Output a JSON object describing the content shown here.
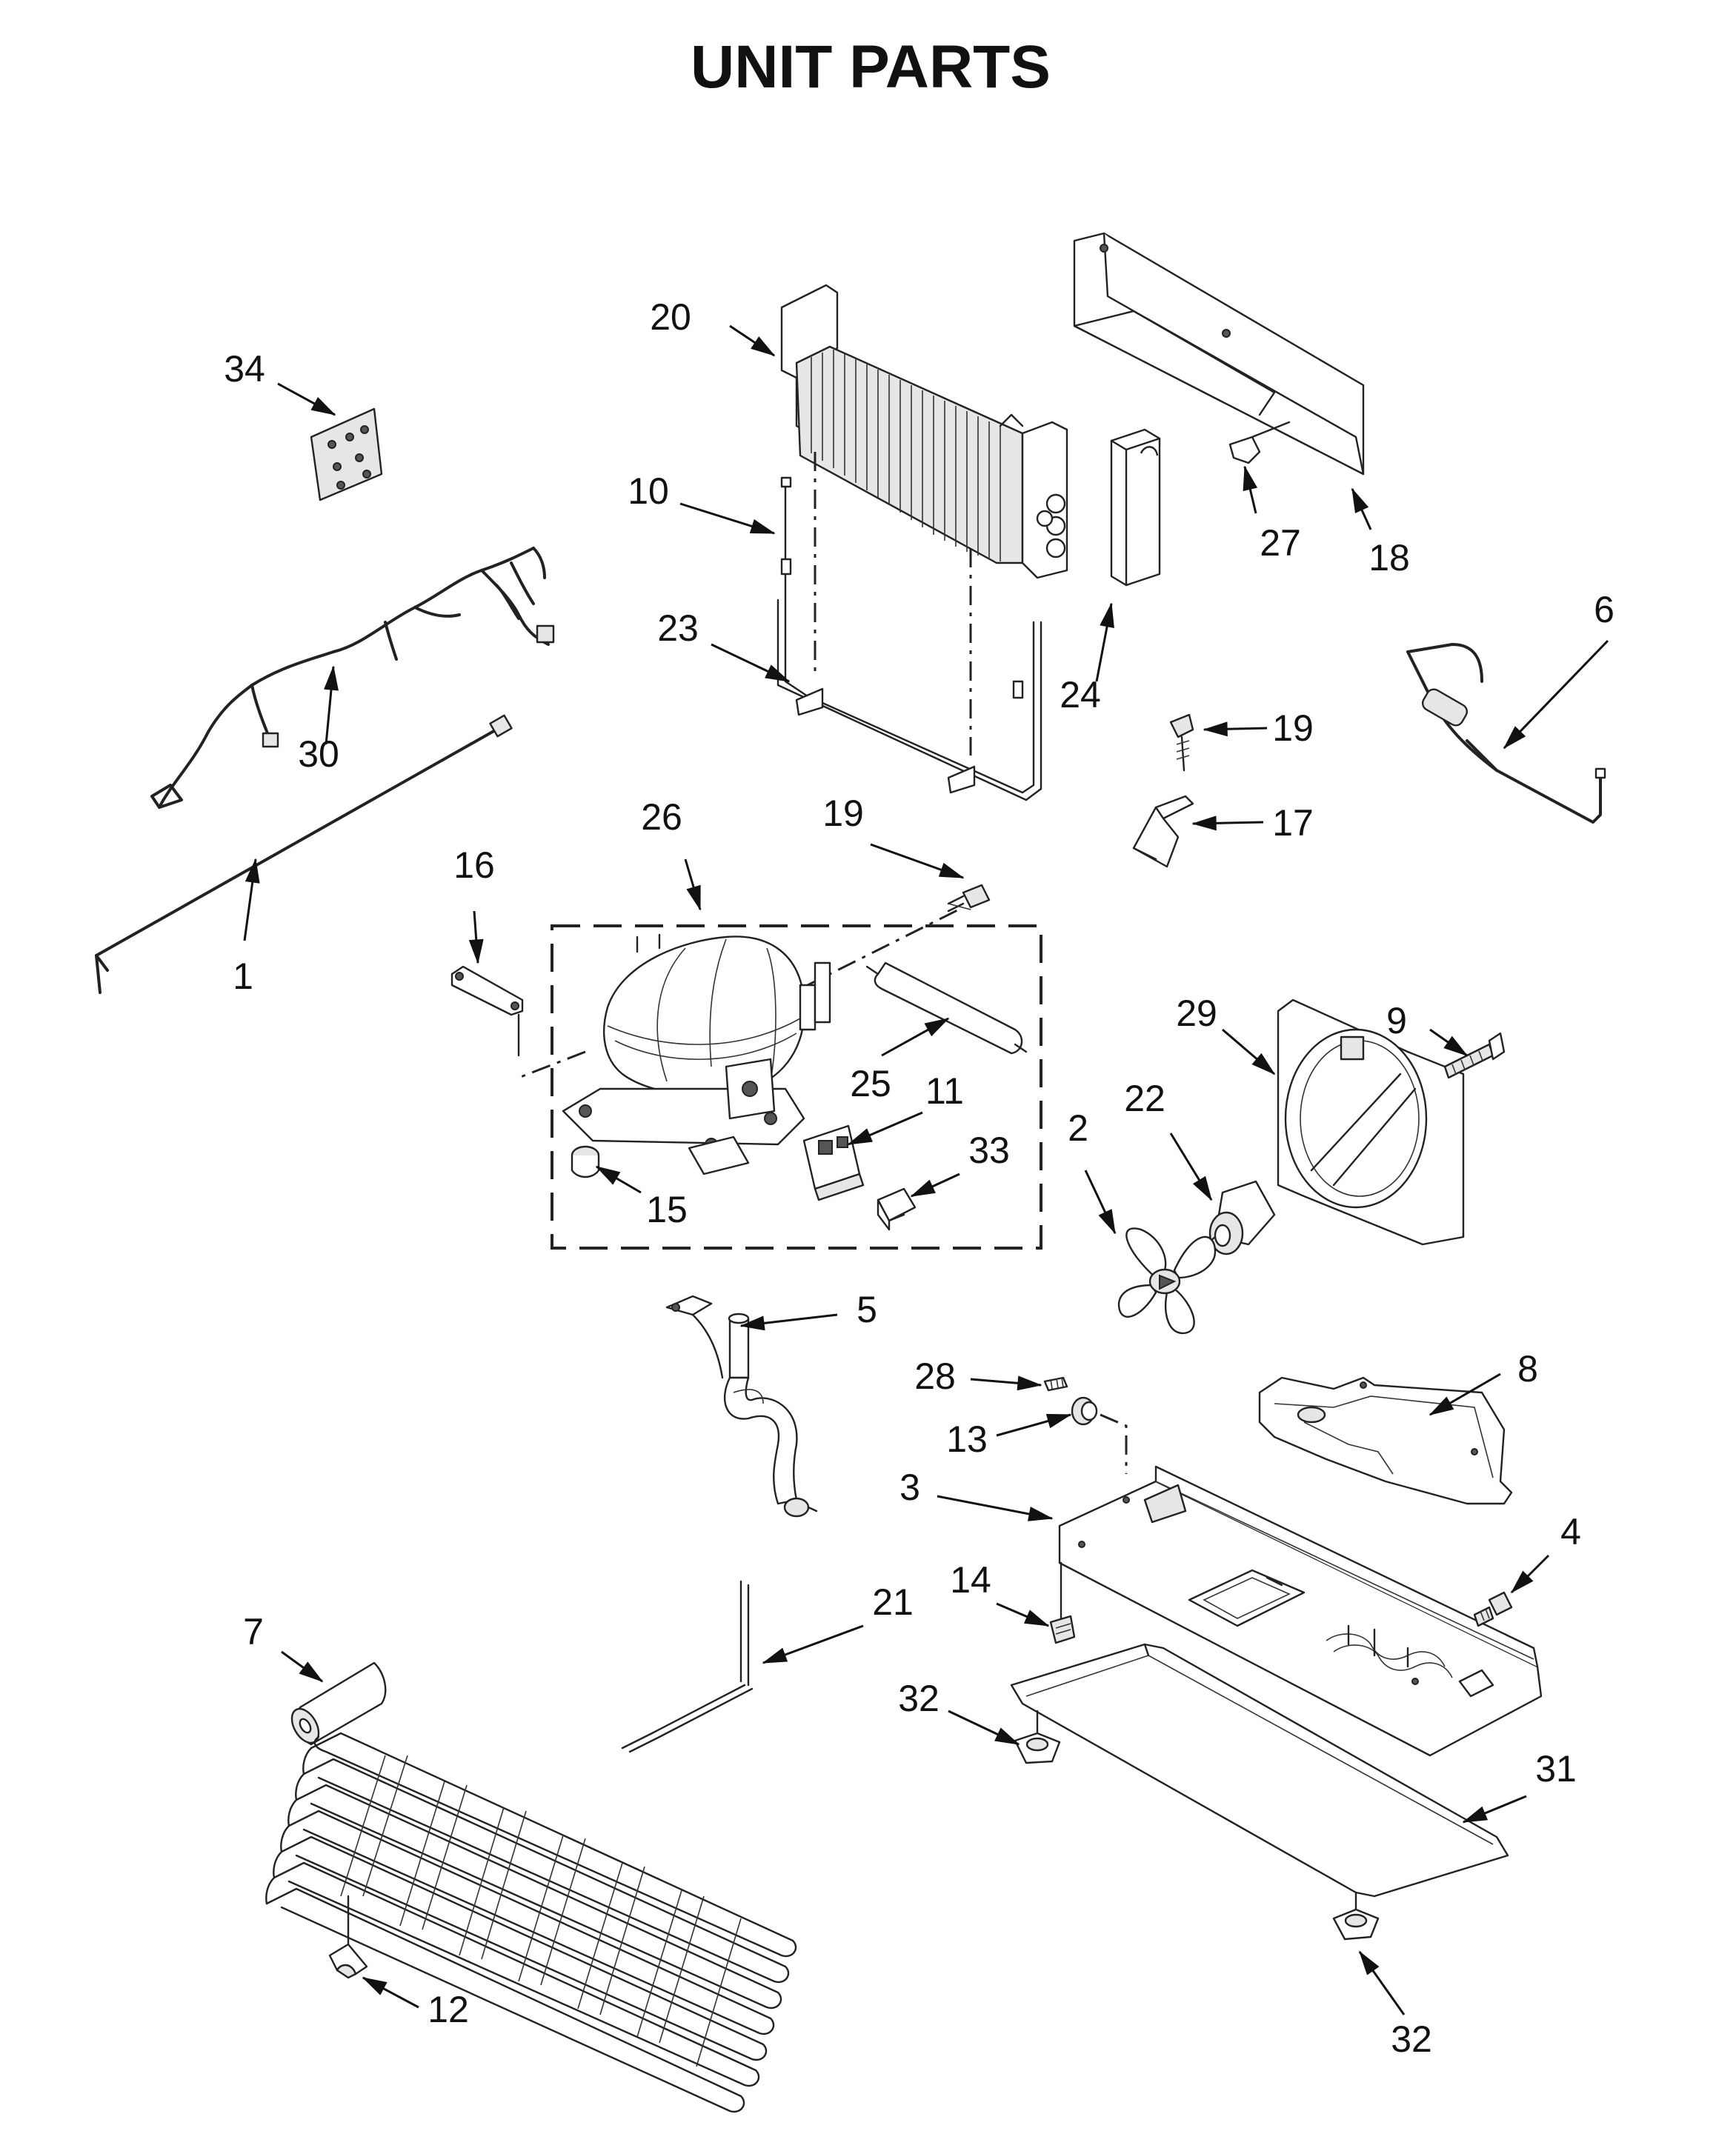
{
  "title": "UNIT PARTS",
  "callouts": {
    "c1": "1",
    "c2": "2",
    "c3": "3",
    "c4": "4",
    "c5": "5",
    "c6": "6",
    "c7": "7",
    "c8": "8",
    "c9": "9",
    "c10": "10",
    "c11": "11",
    "c12": "12",
    "c13": "13",
    "c14": "14",
    "c15": "15",
    "c16": "16",
    "c17": "17",
    "c18": "18",
    "c19a": "19",
    "c19b": "19",
    "c20": "20",
    "c21": "21",
    "c22": "22",
    "c23": "23",
    "c24": "24",
    "c25": "25",
    "c26": "26",
    "c27": "27",
    "c28": "28",
    "c29": "29",
    "c30": "30",
    "c31": "31",
    "c32a": "32",
    "c32b": "32",
    "c33": "33",
    "c34": "34"
  }
}
